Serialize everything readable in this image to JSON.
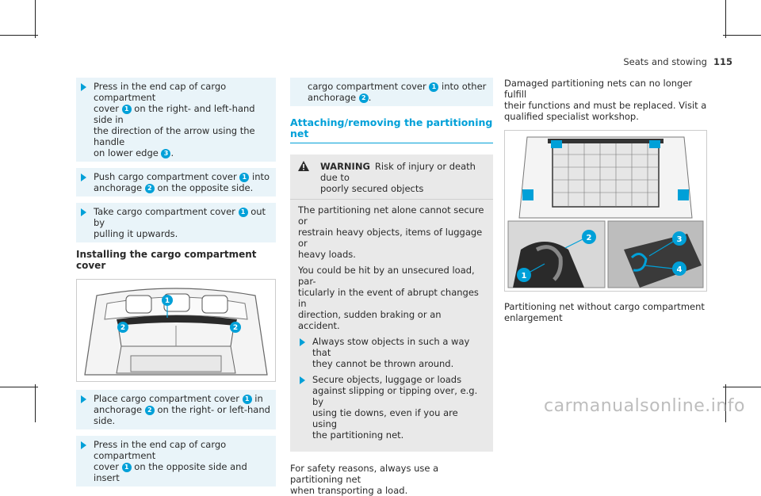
{
  "header": {
    "section": "Seats and stowing",
    "page": "115"
  },
  "col1": {
    "steps1": [
      {
        "parts": [
          "Press in the end cap of cargo compartment\ncover ",
          "1",
          " on the right- and left-hand side in\nthe direction of the arrow using the handle\non lower edge ",
          "3",
          "."
        ]
      },
      {
        "parts": [
          "Push cargo compartment cover ",
          "1",
          " into\nanchorage ",
          "2",
          " on the opposite side."
        ]
      },
      {
        "parts": [
          "Take cargo compartment cover ",
          "1",
          " out by\npulling it upwards."
        ]
      }
    ],
    "subheading": "Installing the cargo compartment cover",
    "figure_callouts": [
      "1",
      "2",
      "2"
    ],
    "steps2": [
      {
        "parts": [
          "Place cargo compartment cover ",
          "1",
          " in\nanchorage ",
          "2",
          " on the right- or left-hand side."
        ]
      },
      {
        "parts": [
          "Press in the end cap of cargo compartment\ncover ",
          "1",
          " on the opposite side and insert"
        ]
      }
    ]
  },
  "col2": {
    "continuation": {
      "parts": [
        "cargo compartment cover ",
        "1",
        " into other\nanchorage ",
        "2",
        "."
      ]
    },
    "section_heading": "Attaching/removing the partitioning net",
    "warning": {
      "label": "WARNING",
      "title": "Risk of injury or death due to\npoorly secured objects",
      "p1": "The partitioning net alone cannot secure or\nrestrain heavy objects, items of luggage or\nheavy loads.",
      "p2": "You could be hit by an unsecured load, par-\nticularly in the event of abrupt changes in\ndirection, sudden braking or an accident.",
      "items": [
        "Always stow objects in such a way that\nthey cannot be thrown around.",
        "Secure objects, luggage or loads\nagainst slipping or tipping over, e.g. by\nusing tie downs, even if you are using\nthe partitioning net."
      ]
    },
    "footer": "For safety reasons, always use a partitioning net\nwhen transporting a load."
  },
  "col3": {
    "intro": "Damaged partitioning nets can no longer fulfill\ntheir functions and must be replaced. Visit a\nqualified specialist workshop.",
    "figure_callouts": [
      "2",
      "1",
      "3",
      "4"
    ],
    "caption": "Partitioning net without cargo compartment\nenlargement"
  },
  "watermark": "carmanualsonline.info",
  "colors": {
    "accent": "#00a0d8",
    "step_bg": "#e9f4f9",
    "warning_bg": "#e9e9e9"
  }
}
